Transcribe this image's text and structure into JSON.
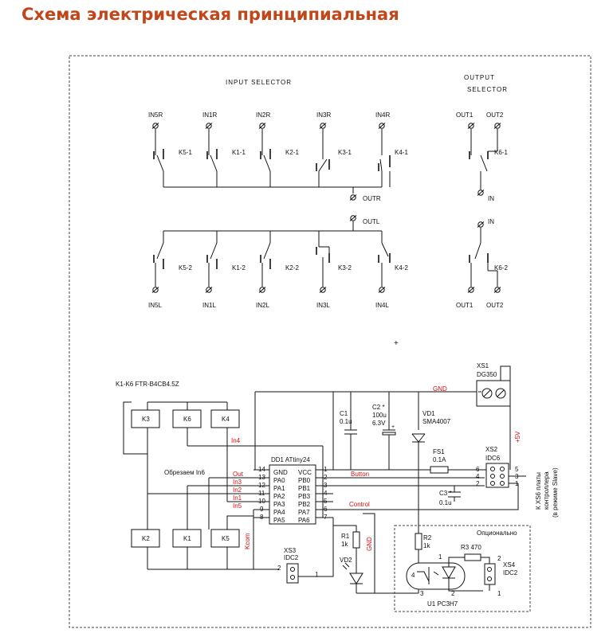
{
  "title": "Схема электрическая принципиальная",
  "labels": {
    "input_selector": "INPUT SELECTOR",
    "output_selector_1": "OUTPUT",
    "output_selector_2": "SELECTOR",
    "outr": "OUTR",
    "outl": "OUTL",
    "in_r": [
      "IN5R",
      "IN1R",
      "IN2R",
      "IN3R",
      "IN4R"
    ],
    "in_l": [
      "IN5L",
      "IN1L",
      "IN2L",
      "IN3L",
      "IN4L"
    ],
    "k_top": [
      "K5-1",
      "K1-1",
      "K2-1",
      "K3-1",
      "K4-1"
    ],
    "k_bot": [
      "K5-2",
      "K1-2",
      "K2-2",
      "K3-2",
      "K4-2"
    ],
    "out1": "OUT1",
    "out2": "OUT2",
    "in": "IN",
    "k6_1": "K6-1",
    "k6_2": "K6-2",
    "relay_type": "K1-K6  FTR-B4CB4.5Z",
    "relays_top": [
      "K3",
      "K6",
      "K4"
    ],
    "relays_bot": [
      "K2",
      "K1",
      "K5"
    ],
    "dd1": "DD1   ATtiny24",
    "pins_left_names": [
      "GND",
      "PA0",
      "PA1",
      "PA2",
      "PA3",
      "PA4",
      "PA5"
    ],
    "pins_left_nums": [
      "14",
      "13",
      "12",
      "11",
      "10",
      "9",
      "8"
    ],
    "pins_right_names": [
      "VCC",
      "PB0",
      "PB1",
      "PB3",
      "PB2",
      "PA7",
      "PA6"
    ],
    "pins_right_nums": [
      "1",
      "2",
      "3",
      "4",
      "5",
      "6",
      "7"
    ],
    "net_labels": [
      "Out",
      "In3",
      "In2",
      "In1",
      "In5"
    ],
    "in4": "In4",
    "kcom": "Kcom",
    "cut_note": "Обрезаем In6",
    "button": "Button",
    "control": "Control",
    "gnd": "GND",
    "plus5v": "+5V",
    "xs1": "XS1",
    "dg350": "DG350",
    "c1": "C1",
    "c1_val": "0.1u",
    "c2": "C2 *",
    "c2_val1": "100u",
    "c2_val2": "6.3V",
    "vd1": "VD1",
    "vd1_val": "SMA4007",
    "fs1": "FS1",
    "fs1_val": "0.1A",
    "xs2": "XS2",
    "idc6": "IDC6",
    "xs2_pins": [
      "6",
      "5",
      "4",
      "3",
      "2",
      "1"
    ],
    "c3": "C3 *",
    "c3_val": "0.1u",
    "side_note_1": "К XS6 платы",
    "side_note_2": "контроллера",
    "side_note_3": "(в режиме Slave)",
    "r1": "R1",
    "r1_val": "1k",
    "vd2": "VD2",
    "r2": "R2",
    "r2_val": "1k",
    "optional": "Опционально",
    "r3": "R3  470",
    "xs4": "XS4",
    "idc2_b": "IDC2",
    "u1": "U1 PC3H7",
    "xs3": "XS3",
    "idc2_a": "IDC2",
    "u1_pins": [
      "1",
      "4",
      "3",
      "2"
    ],
    "xs3_pins": [
      "2",
      "1"
    ],
    "xs4_pins": [
      "2",
      "1"
    ]
  }
}
